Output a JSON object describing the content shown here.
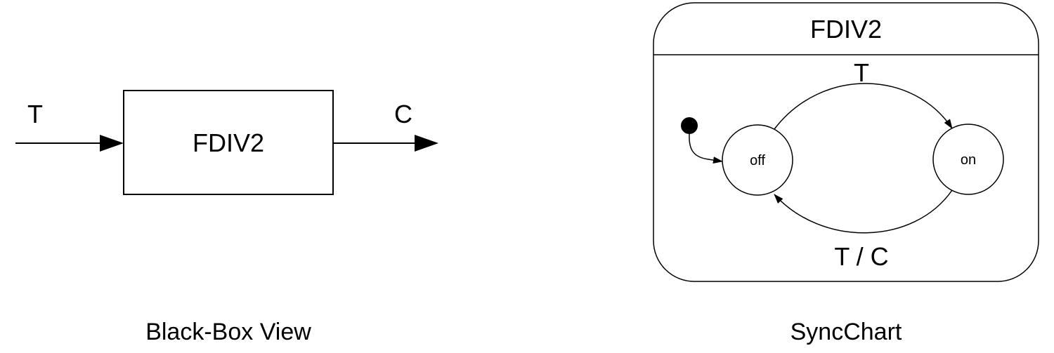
{
  "black_box": {
    "input_signal": "T",
    "output_signal": "C",
    "module_name": "FDIV2",
    "caption": "Black-Box View"
  },
  "syncchart": {
    "title": "FDIV2",
    "states": {
      "off": "off",
      "on": "on"
    },
    "transitions": {
      "off_to_on": "T",
      "on_to_off": "T / C"
    },
    "caption": "SyncChart"
  },
  "colors": {
    "stroke": "#000000",
    "background": "#ffffff"
  }
}
